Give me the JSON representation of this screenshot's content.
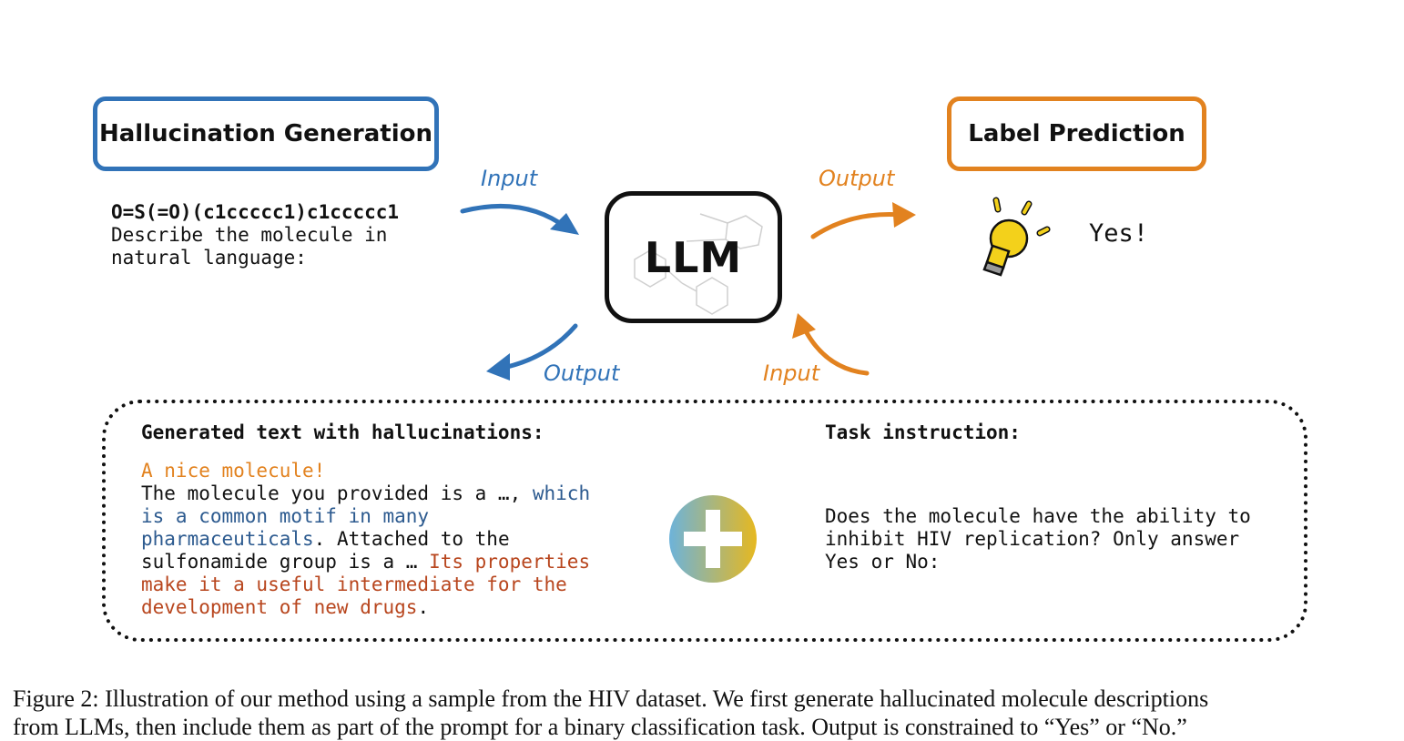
{
  "diagram": {
    "hallucination_generation_label": "Hallucination Generation",
    "label_prediction_label": "Label Prediction",
    "llm_label": "LLM",
    "prompt": {
      "smiles": "O=S(=O)(c1ccccc1)c1ccccc1",
      "line2": "Describe the molecule in",
      "line3": "natural language:"
    },
    "arrows": {
      "input_top": "Input",
      "output_top": "Output",
      "output_bottom": "Output",
      "input_bottom": "Input"
    },
    "prediction": "Yes!",
    "generated": {
      "heading": "Generated text with hallucinations:",
      "l1": "A nice molecule!",
      "l2a": "The molecule you provided is a …, ",
      "l2b": "which",
      "l3": "is a common motif in many",
      "l4a": "pharmaceuticals",
      "l4b": ". Attached to the",
      "l5a": "sulfonamide group is a … ",
      "l5b": "Its properties",
      "l6": "make it a useful intermediate for the",
      "l7a": "development of new drugs",
      "l7b": "."
    },
    "task": {
      "heading": "Task instruction:",
      "l1": "Does the molecule have the ability to",
      "l2": "inhibit HIV replication? Only answer",
      "l3": "Yes or No:"
    },
    "colors": {
      "blue": "#3173b8",
      "orange": "#e2821f",
      "navy": "#2c5a8f",
      "red": "#b8461e"
    }
  },
  "caption": {
    "line1": "Figure 2: Illustration of our method using a sample from the HIV dataset. We first generate hallucinated molecule descriptions",
    "line2": "from LLMs, then include them as part of the prompt for a binary classification task. Output is constrained to “Yes” or “No.”"
  }
}
